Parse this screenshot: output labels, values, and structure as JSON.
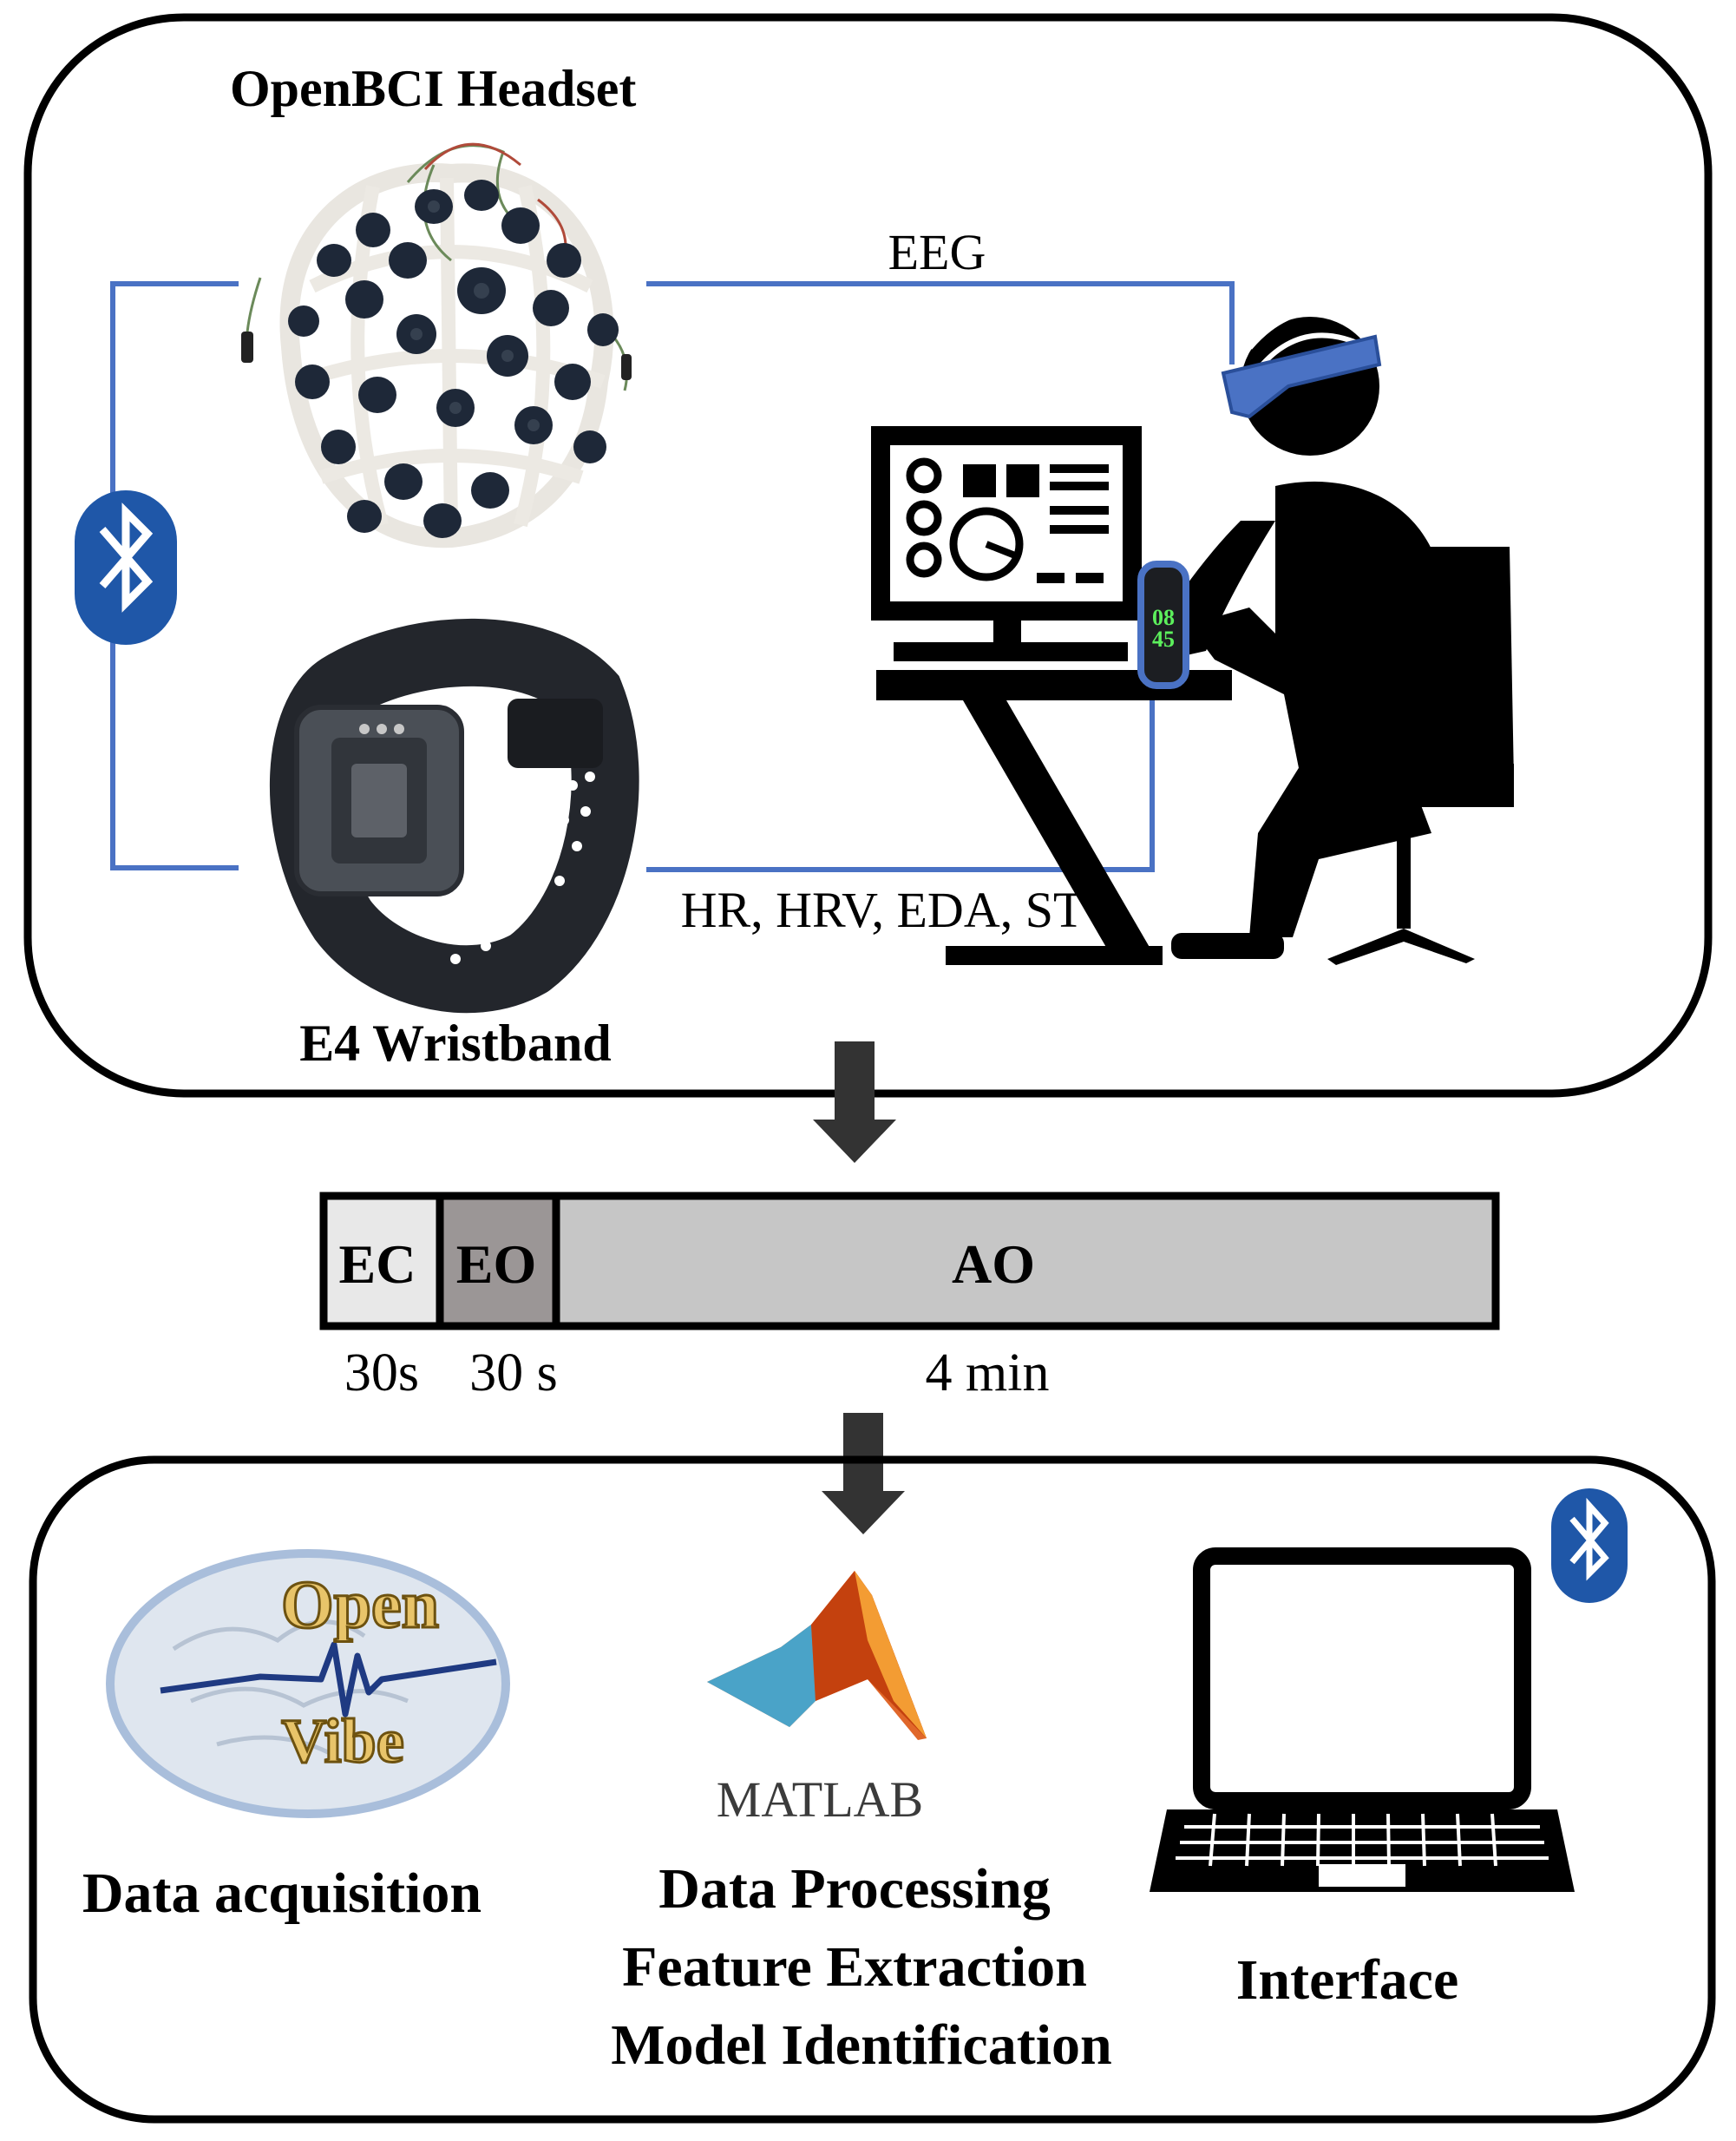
{
  "acquisition": {
    "headset_label": "OpenBCI Headset",
    "wristband_label": "E4 Wristband",
    "eeg_label": "EEG",
    "physio_label": "HR, HRV, EDA, ST",
    "watch_time": [
      "08",
      "45"
    ]
  },
  "protocol": {
    "segments": [
      {
        "label": "EC",
        "duration": "30s",
        "fraction": 0.1
      },
      {
        "label": "EO",
        "duration": "30 s",
        "fraction": 0.1
      },
      {
        "label": "AO",
        "duration": "4 min",
        "fraction": 0.8
      }
    ]
  },
  "processing": {
    "openvibe_logo": [
      "Open",
      "Vibe"
    ],
    "matlab_logo": "MATLAB",
    "acquisition_label": "Data acquisition",
    "processing_lines": [
      "Data Processing",
      "Feature Extraction",
      "Model Identification"
    ],
    "interface_label": "Interface"
  },
  "colors": {
    "link_blue": "#4a72c4",
    "bluetooth_blue": "#1f57a8",
    "arrow": "#333333",
    "segment_ec": "#e8e8e8",
    "segment_eo": "#9b9696",
    "segment_ao": "#c6c6c6"
  }
}
